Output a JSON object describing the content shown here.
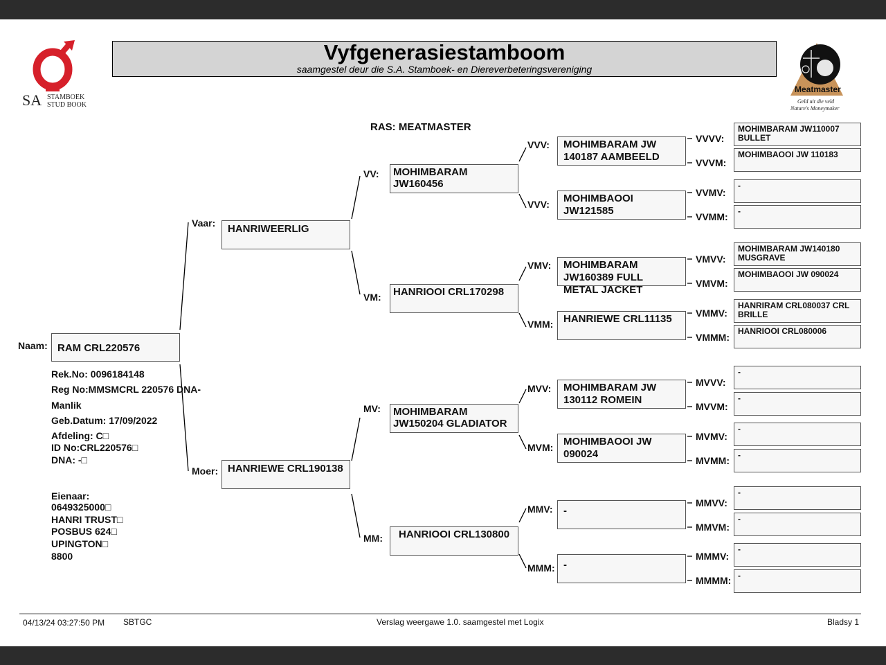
{
  "header": {
    "title": "Vyfgenerasiestamboom",
    "subtitle": "saamgestel deur die S.A. Stamboek- en Diereverbeteringsvereniging"
  },
  "logo_left": {
    "line1": "STAMBOEK",
    "line2": "STUD BOOK",
    "prefix": "SA"
  },
  "logo_right": {
    "brand": "Meatmaster",
    "tag1": "Geld uit die veld",
    "tag2": "Nature's Moneymaker"
  },
  "breed": "RAS: MEATMASTER",
  "animal": {
    "label": "Naam:",
    "name": "RAM CRL220576",
    "rek_no": "Rek.No: 0096184148",
    "reg_no": "Reg No:MMSMCRL 220576 DNA-",
    "sex": "Manlik",
    "birth_date": "Geb.Datum: 17/09/2022",
    "section": "Afdeling: C□",
    "id_no": "ID No:CRL220576□",
    "dna": "DNA: -□"
  },
  "owner": {
    "label": "Eienaar:",
    "lines": [
      "0649325000□",
      "HANRI TRUST□",
      "POSBUS 624□",
      "UPINGTON□",
      "8800"
    ]
  },
  "gen1": {
    "V": {
      "label": "Vaar:",
      "name": "HANRIWEERLIG"
    },
    "M": {
      "label": "Moer:",
      "name": "HANRIEWE CRL190138"
    }
  },
  "gen2": {
    "VV": {
      "label": "VV:",
      "name": "MOHIMBARAM JW160456"
    },
    "VM": {
      "label": "VM:",
      "name": "HANRIOOI CRL170298"
    },
    "MV": {
      "label": "MV:",
      "name": "MOHIMBARAM JW150204 GLADIATOR"
    },
    "MM": {
      "label": "MM:",
      "name": "HANRIOOI CRL130800"
    }
  },
  "gen3": {
    "VVV": {
      "label": "VVV:",
      "name": "MOHIMBARAM JW 140187 AAMBEELD"
    },
    "VVM": {
      "label": "VVV:",
      "name": "MOHIMBAOOI JW121585"
    },
    "VMV": {
      "label": "VMV:",
      "name": "MOHIMBARAM JW160389 FULL METAL JACKET"
    },
    "VMM": {
      "label": "VMM:",
      "name": "HANRIEWE CRL11135"
    },
    "MVV": {
      "label": "MVV:",
      "name": "MOHIMBARAM JW 130112 ROMEIN"
    },
    "MVM": {
      "label": "MVM:",
      "name": "MOHIMBAOOI JW 090024"
    },
    "MMV": {
      "label": "MMV:",
      "name": "-"
    },
    "MMM": {
      "label": "MMM:",
      "name": "-"
    }
  },
  "gen4": {
    "VVVV": {
      "label": "VVVV:",
      "name": "MOHIMBARAM JW110007 BULLET"
    },
    "VVVM": {
      "label": "VVVM:",
      "name": "MOHIMBAOOI JW 110183"
    },
    "VVMV": {
      "label": "VVMV:",
      "name": "-"
    },
    "VVMM": {
      "label": "VVMM:",
      "name": "-"
    },
    "VMVV": {
      "label": "VMVV:",
      "name": "MOHIMBARAM JW140180 MUSGRAVE"
    },
    "VMVM": {
      "label": "VMVM:",
      "name": "MOHIMBAOOI JW 090024"
    },
    "VMMV": {
      "label": "VMMV:",
      "name": "HANRIRAM CRL080037 CRL BRILLE"
    },
    "VMMM": {
      "label": "VMMM:",
      "name": "HANRIOOI CRL080006"
    },
    "MVVV": {
      "label": "MVVV:",
      "name": "-"
    },
    "MVVM": {
      "label": "MVVM:",
      "name": "-"
    },
    "MVMV": {
      "label": "MVMV:",
      "name": "-"
    },
    "MVMM": {
      "label": "MVMM:",
      "name": "-"
    },
    "MMVV": {
      "label": "MMVV:",
      "name": "-"
    },
    "MMVM": {
      "label": "MMVM:",
      "name": "-"
    },
    "MMMV": {
      "label": "MMMV:",
      "name": "-"
    },
    "MMMM": {
      "label": "MMMM:",
      "name": "-"
    }
  },
  "footer": {
    "timestamp": "04/13/24 03:27:50 PM",
    "code": "SBTGC",
    "report": "Verslag weergawe 1.0. saamgestel met Logix",
    "page": "Bladsy 1"
  },
  "colors": {
    "logo_red": "#d6202a",
    "title_bg": "#d4d4d4"
  }
}
